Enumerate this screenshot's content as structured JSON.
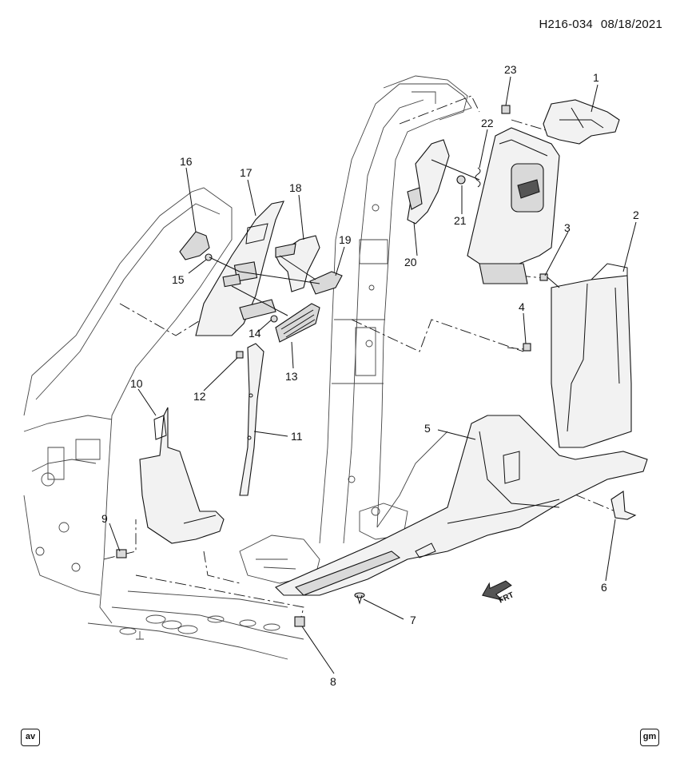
{
  "header": {
    "code": "H216-034",
    "date": "08/18/2021"
  },
  "logos": {
    "left": "av",
    "right": "gm"
  },
  "direction": {
    "label": "FRT"
  },
  "callouts": [
    "1",
    "2",
    "3",
    "4",
    "5",
    "6",
    "7",
    "8",
    "9",
    "10",
    "11",
    "12",
    "13",
    "14",
    "15",
    "16",
    "17",
    "18",
    "19",
    "20",
    "21",
    "22",
    "23"
  ]
}
